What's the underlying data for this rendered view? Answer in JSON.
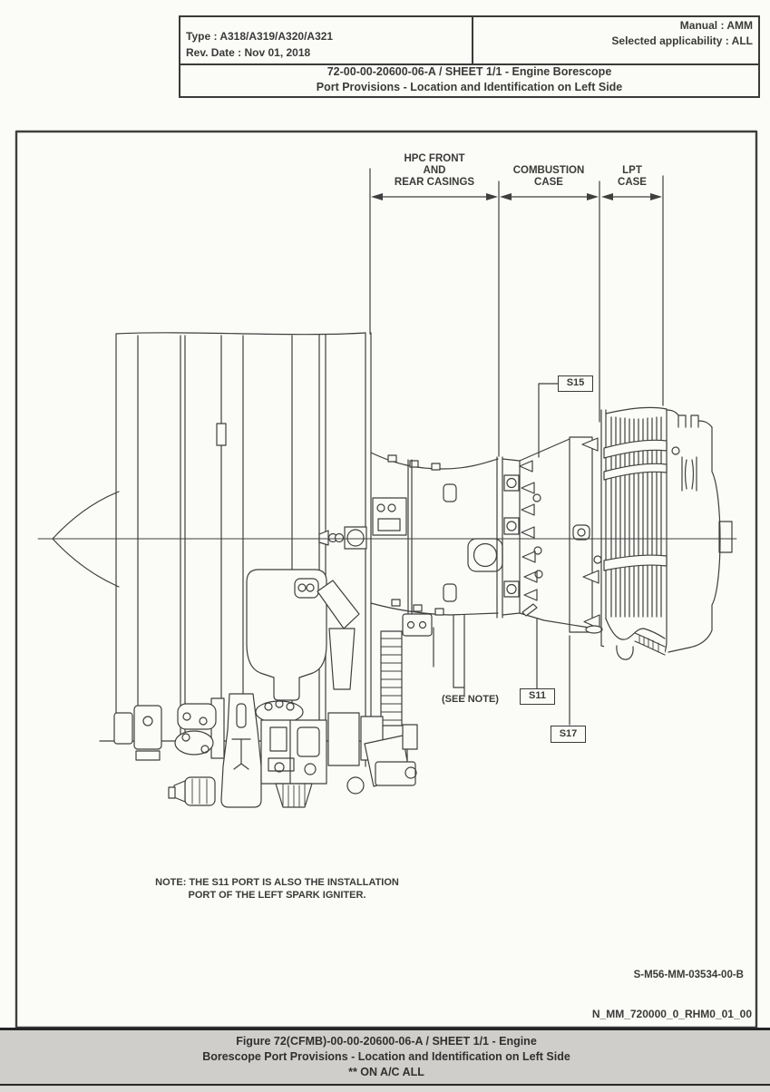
{
  "header": {
    "type": "Type : A318/A319/A320/A321",
    "rev_date": "Rev. Date : Nov 01, 2018",
    "manual": "Manual : AMM",
    "applicability": "Selected applicability : ALL",
    "title_line1": "72-00-00-20600-06-A / SHEET 1/1 - Engine Borescope",
    "title_line2": "Port Provisions - Location and Identification on Left Side"
  },
  "diagram": {
    "sections": {
      "hpc_l1": "HPC FRONT",
      "hpc_l2": "AND",
      "hpc_l3": "REAR CASINGS",
      "comb_l1": "COMBUSTION",
      "comb_l2": "CASE",
      "lpt_l1": "LPT",
      "lpt_l2": "CASE"
    },
    "ports": {
      "s15": "S15",
      "s11": "S11",
      "s17": "S17"
    },
    "see_note": "(SEE NOTE)",
    "note_l1": "NOTE: THE S11 PORT IS ALSO THE INSTALLATION",
    "note_l2": "PORT OF THE LEFT SPARK IGNITER.",
    "drawing_ref": "S-M56-MM-03534-00-B",
    "file_ref": "N_MM_720000_0_RHM0_01_00"
  },
  "footer": {
    "line1": "Figure 72(CFMB)-00-00-20600-06-A / SHEET 1/1 - Engine",
    "line2": "Borescope Port Provisions - Location and Identification on Left Side",
    "line3": "** ON A/C ALL"
  },
  "colors": {
    "ink": "#3f3f3f",
    "paper": "#fbfbf7",
    "band": "#cfcecb"
  }
}
